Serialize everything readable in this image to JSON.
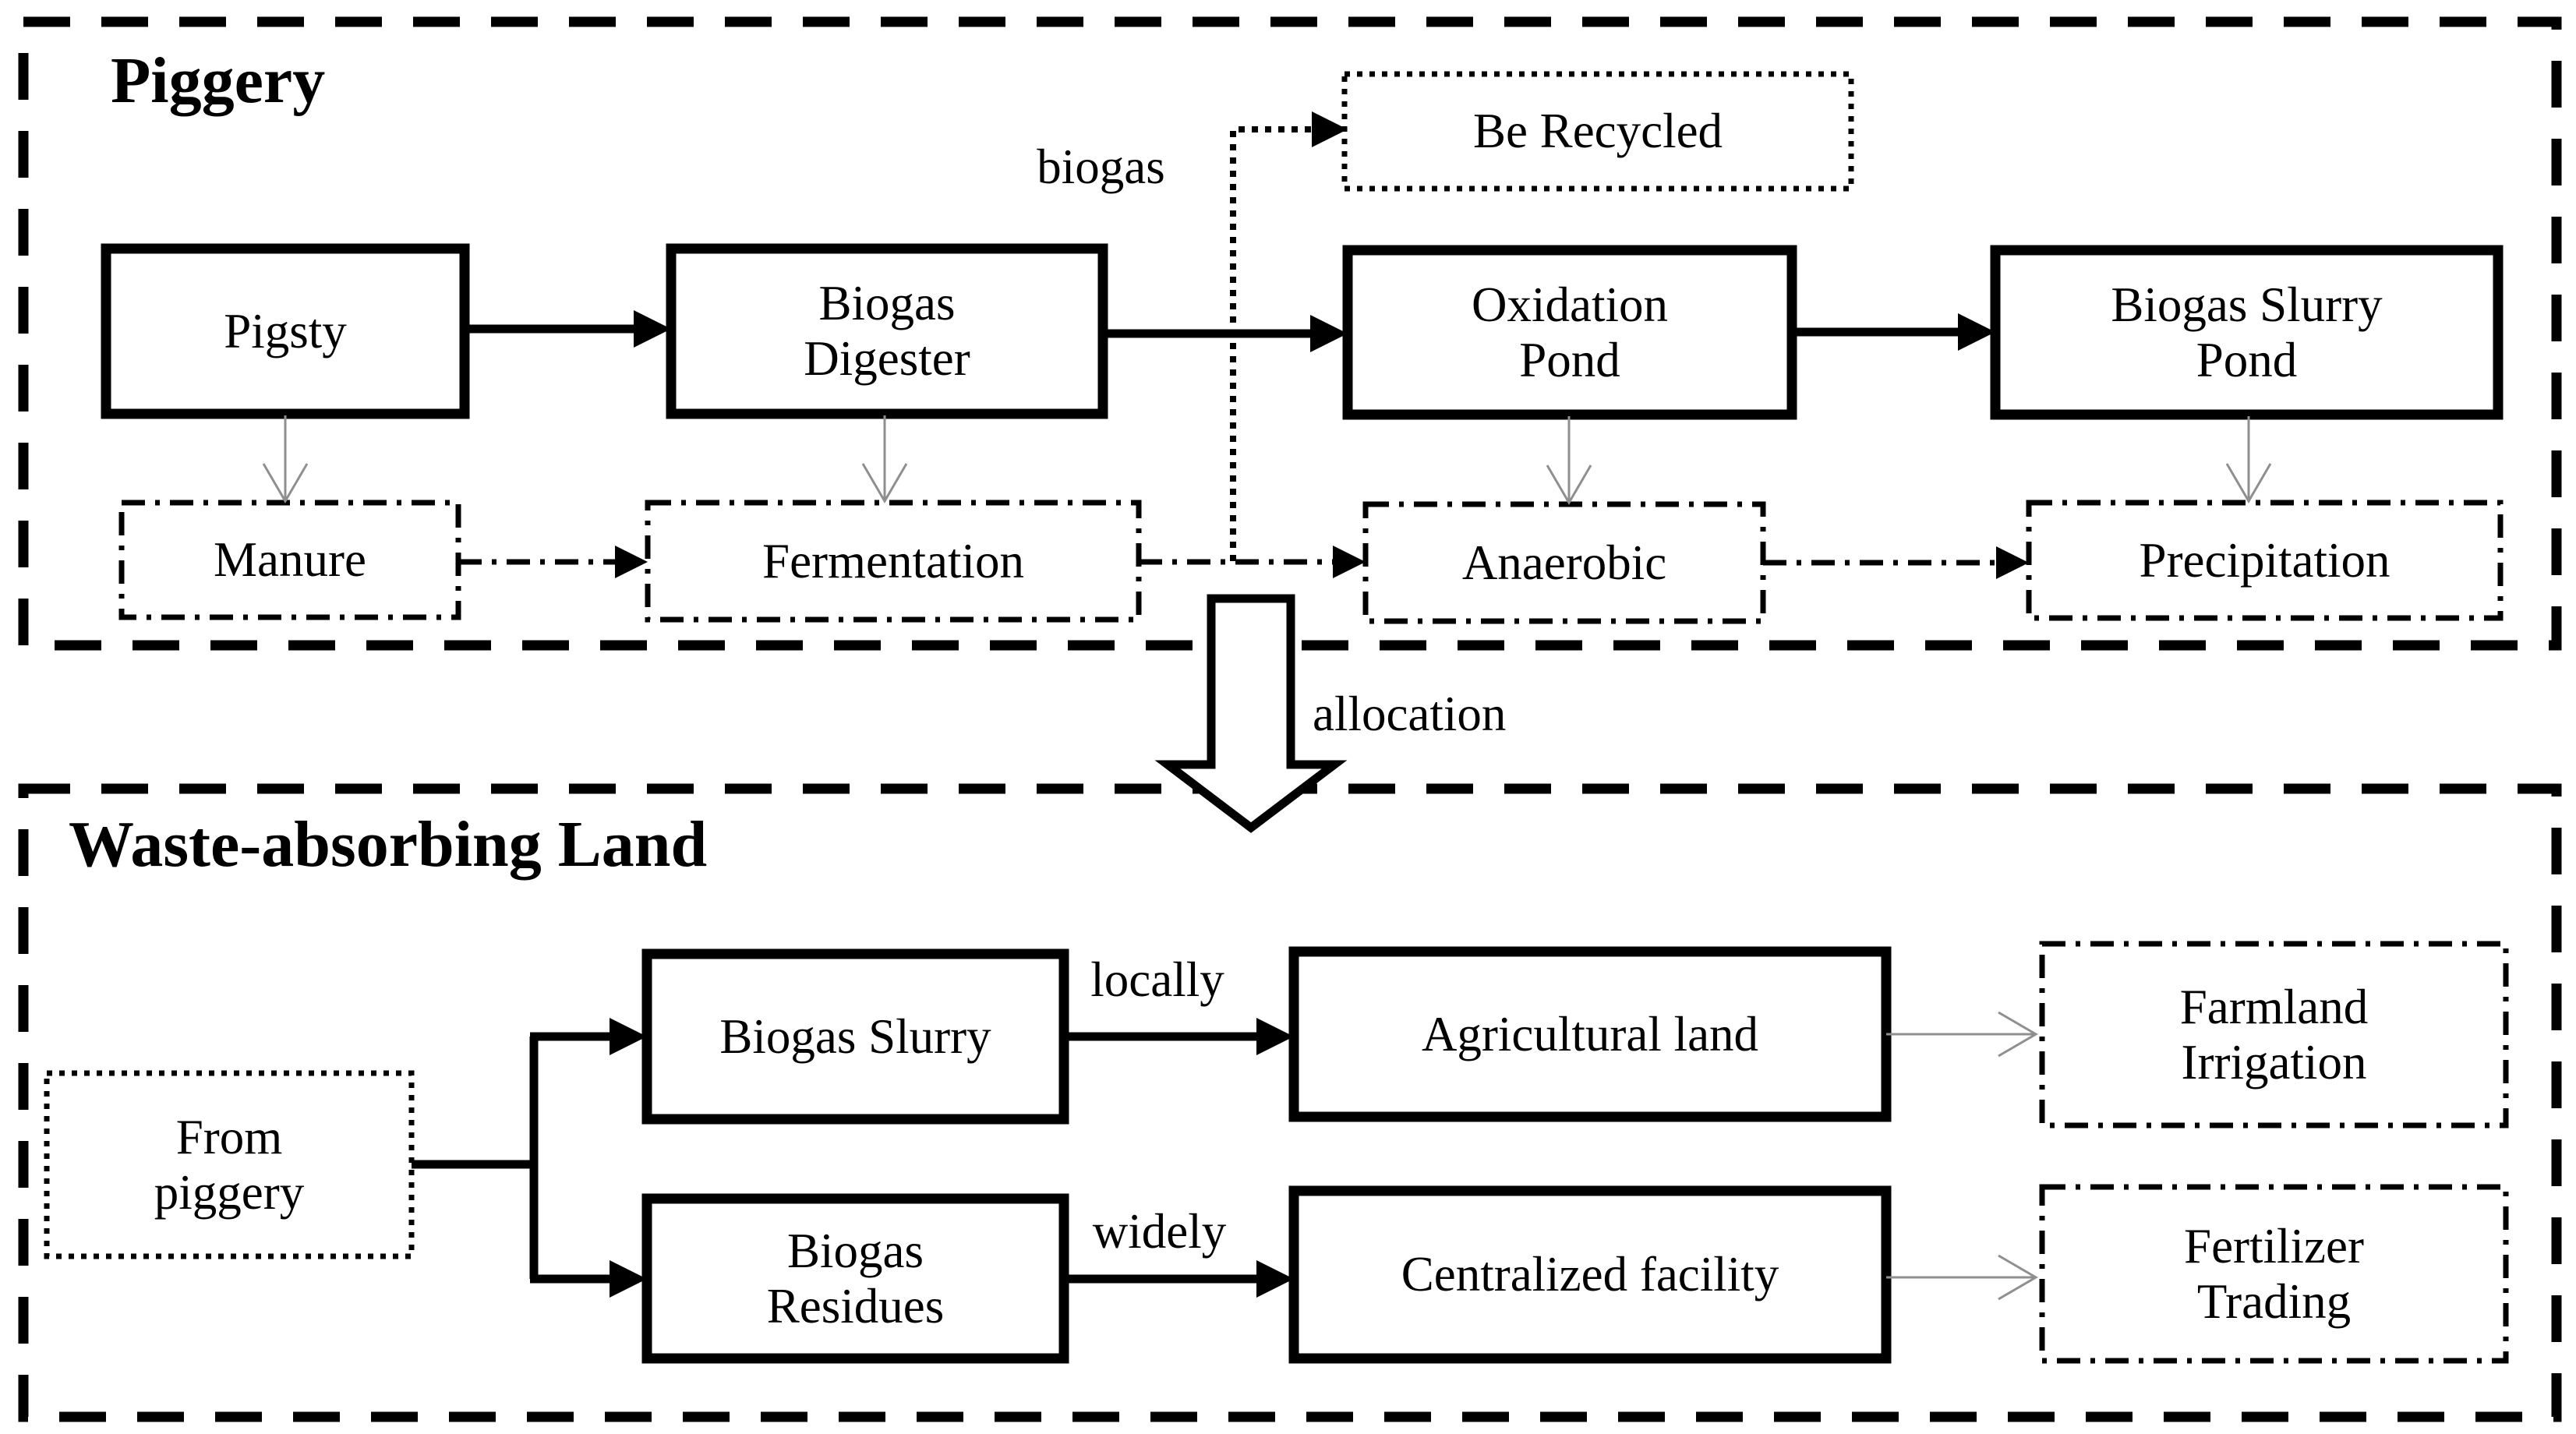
{
  "diagram": {
    "piggery": {
      "title": "Piggery",
      "boxes": {
        "pigsty": "Pigsty",
        "biogas_digester": "Biogas\nDigester",
        "oxidation_pond": "Oxidation\nPond",
        "biogas_slurry_pond": "Biogas Slurry\nPond",
        "be_recycled": "Be Recycled",
        "manure": "Manure",
        "fermentation": "Fermentation",
        "anaerobic": "Anaerobic",
        "precipitation": "Precipitation"
      },
      "labels": {
        "biogas": "biogas"
      }
    },
    "allocation": {
      "label": "allocation"
    },
    "waste_land": {
      "title": "Waste-absorbing Land",
      "boxes": {
        "from_piggery": "From\npiggery",
        "biogas_slurry": "Biogas Slurry",
        "agricultural_land": "Agricultural land",
        "farmland_irrigation": "Farmland\nIrrigation",
        "biogas_residues": "Biogas\nResidues",
        "centralized_facility": "Centralized facility",
        "fertilizer_trading": "Fertilizer\nTrading"
      },
      "labels": {
        "locally": "locally",
        "widely": "widely"
      }
    },
    "colors": {
      "line": "#000000",
      "gray_arrow": "#8f8f8f",
      "background": "#ffffff"
    }
  }
}
